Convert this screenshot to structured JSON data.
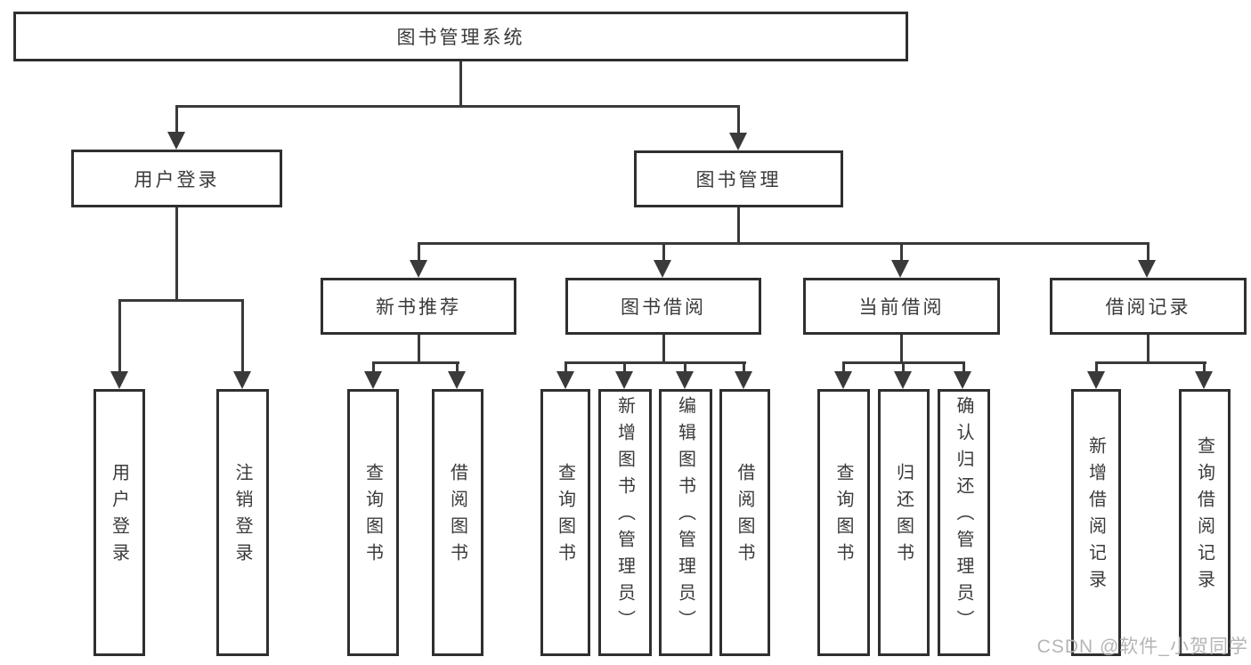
{
  "nodes": {
    "root": {
      "label": "图书管理系统"
    },
    "user_login": {
      "label": "用户登录"
    },
    "book_mgmt": {
      "label": "图书管理"
    },
    "login": {
      "label": "用户登录"
    },
    "logout": {
      "label": "注销登录"
    },
    "new_book_rec": {
      "label": "新书推荐"
    },
    "book_borrow": {
      "label": "图书借阅"
    },
    "current_borrow": {
      "label": "当前借阅"
    },
    "borrow_log": {
      "label": "借阅记录"
    },
    "rec_query_book": {
      "label": "查询图书"
    },
    "rec_borrow_book": {
      "label": "借阅图书"
    },
    "bor_query_book": {
      "label": "查询图书"
    },
    "bor_add_book": {
      "label": "新增图书（管理员）"
    },
    "bor_edit_book": {
      "label": "编辑图书（管理员）"
    },
    "bor_borrow_book": {
      "label": "借阅图书"
    },
    "cur_query_book": {
      "label": "查询图书"
    },
    "cur_return_book": {
      "label": "归还图书"
    },
    "cur_confirm_return": {
      "label": "确认归还（管理员）"
    },
    "log_add_record": {
      "label": "新增借阅记录"
    },
    "log_query_record": {
      "label": "查询借阅记录"
    }
  },
  "watermark": {
    "text": "CSDN @软件_小贺同学"
  },
  "colors": {
    "line": "#3a3a3a",
    "box_border": "#2f2f2f",
    "text": "#3a3a3a",
    "background": "#ffffff",
    "watermark": "#b5b5b5"
  }
}
